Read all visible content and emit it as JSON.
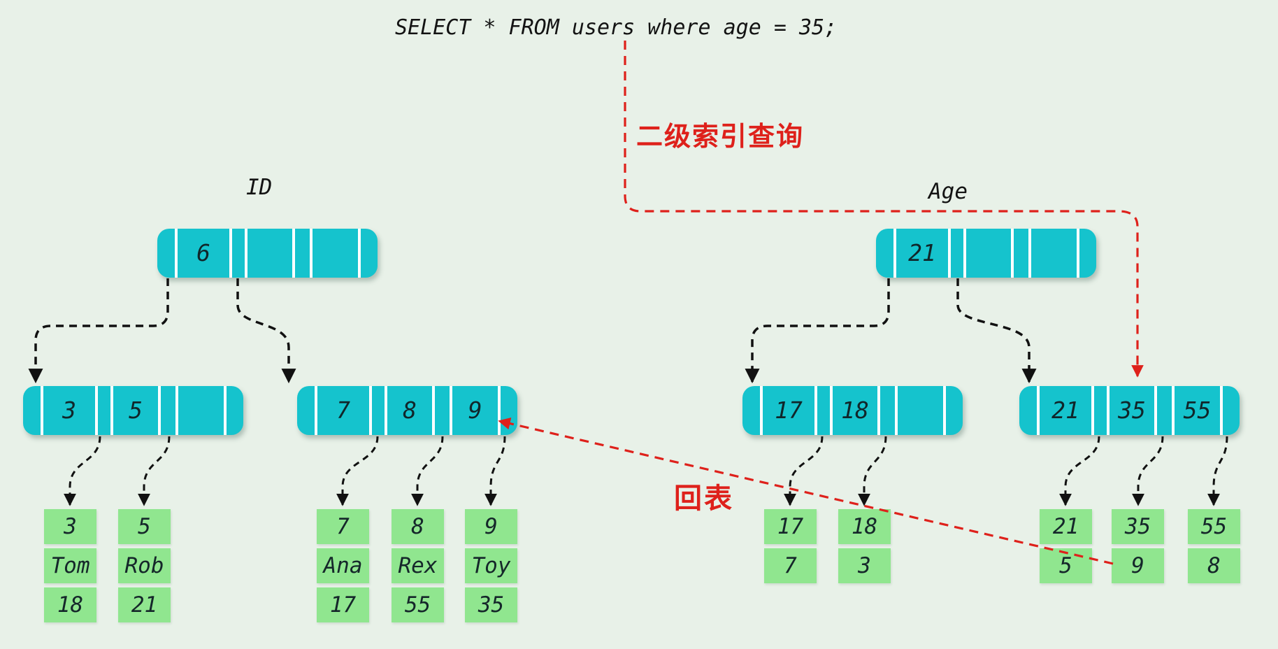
{
  "sql_query": "SELECT * FROM users where age = 35;",
  "annotations": {
    "secondary_index_query_label": "二级索引查询",
    "back_to_table_label": "回表"
  },
  "colors": {
    "background": "#e8f1e8",
    "node_fill": "#15c3cd",
    "record_fill": "#90e68f",
    "annotation_red": "#de211b",
    "text": "#131313"
  },
  "trees": [
    {
      "label": "ID",
      "root": {
        "keys": [
          "6",
          "",
          ""
        ]
      },
      "leaves": [
        {
          "keys": [
            "3",
            "5",
            ""
          ]
        },
        {
          "keys": [
            "7",
            "8",
            "9"
          ]
        }
      ],
      "records": [
        {
          "cells": [
            "3",
            "Tom",
            "18"
          ]
        },
        {
          "cells": [
            "5",
            "Rob",
            "21"
          ]
        },
        {
          "cells": [
            "7",
            "Ana",
            "17"
          ]
        },
        {
          "cells": [
            "8",
            "Rex",
            "55"
          ]
        },
        {
          "cells": [
            "9",
            "Toy",
            "35"
          ]
        }
      ]
    },
    {
      "label": "Age",
      "root": {
        "keys": [
          "21",
          "",
          ""
        ]
      },
      "leaves": [
        {
          "keys": [
            "17",
            "18",
            ""
          ]
        },
        {
          "keys": [
            "21",
            "35",
            "55"
          ]
        }
      ],
      "records": [
        {
          "cells": [
            "17",
            "7"
          ]
        },
        {
          "cells": [
            "18",
            "3"
          ]
        },
        {
          "cells": [
            "21",
            "5"
          ]
        },
        {
          "cells": [
            "35",
            "9"
          ]
        },
        {
          "cells": [
            "55",
            "8"
          ]
        }
      ]
    }
  ]
}
